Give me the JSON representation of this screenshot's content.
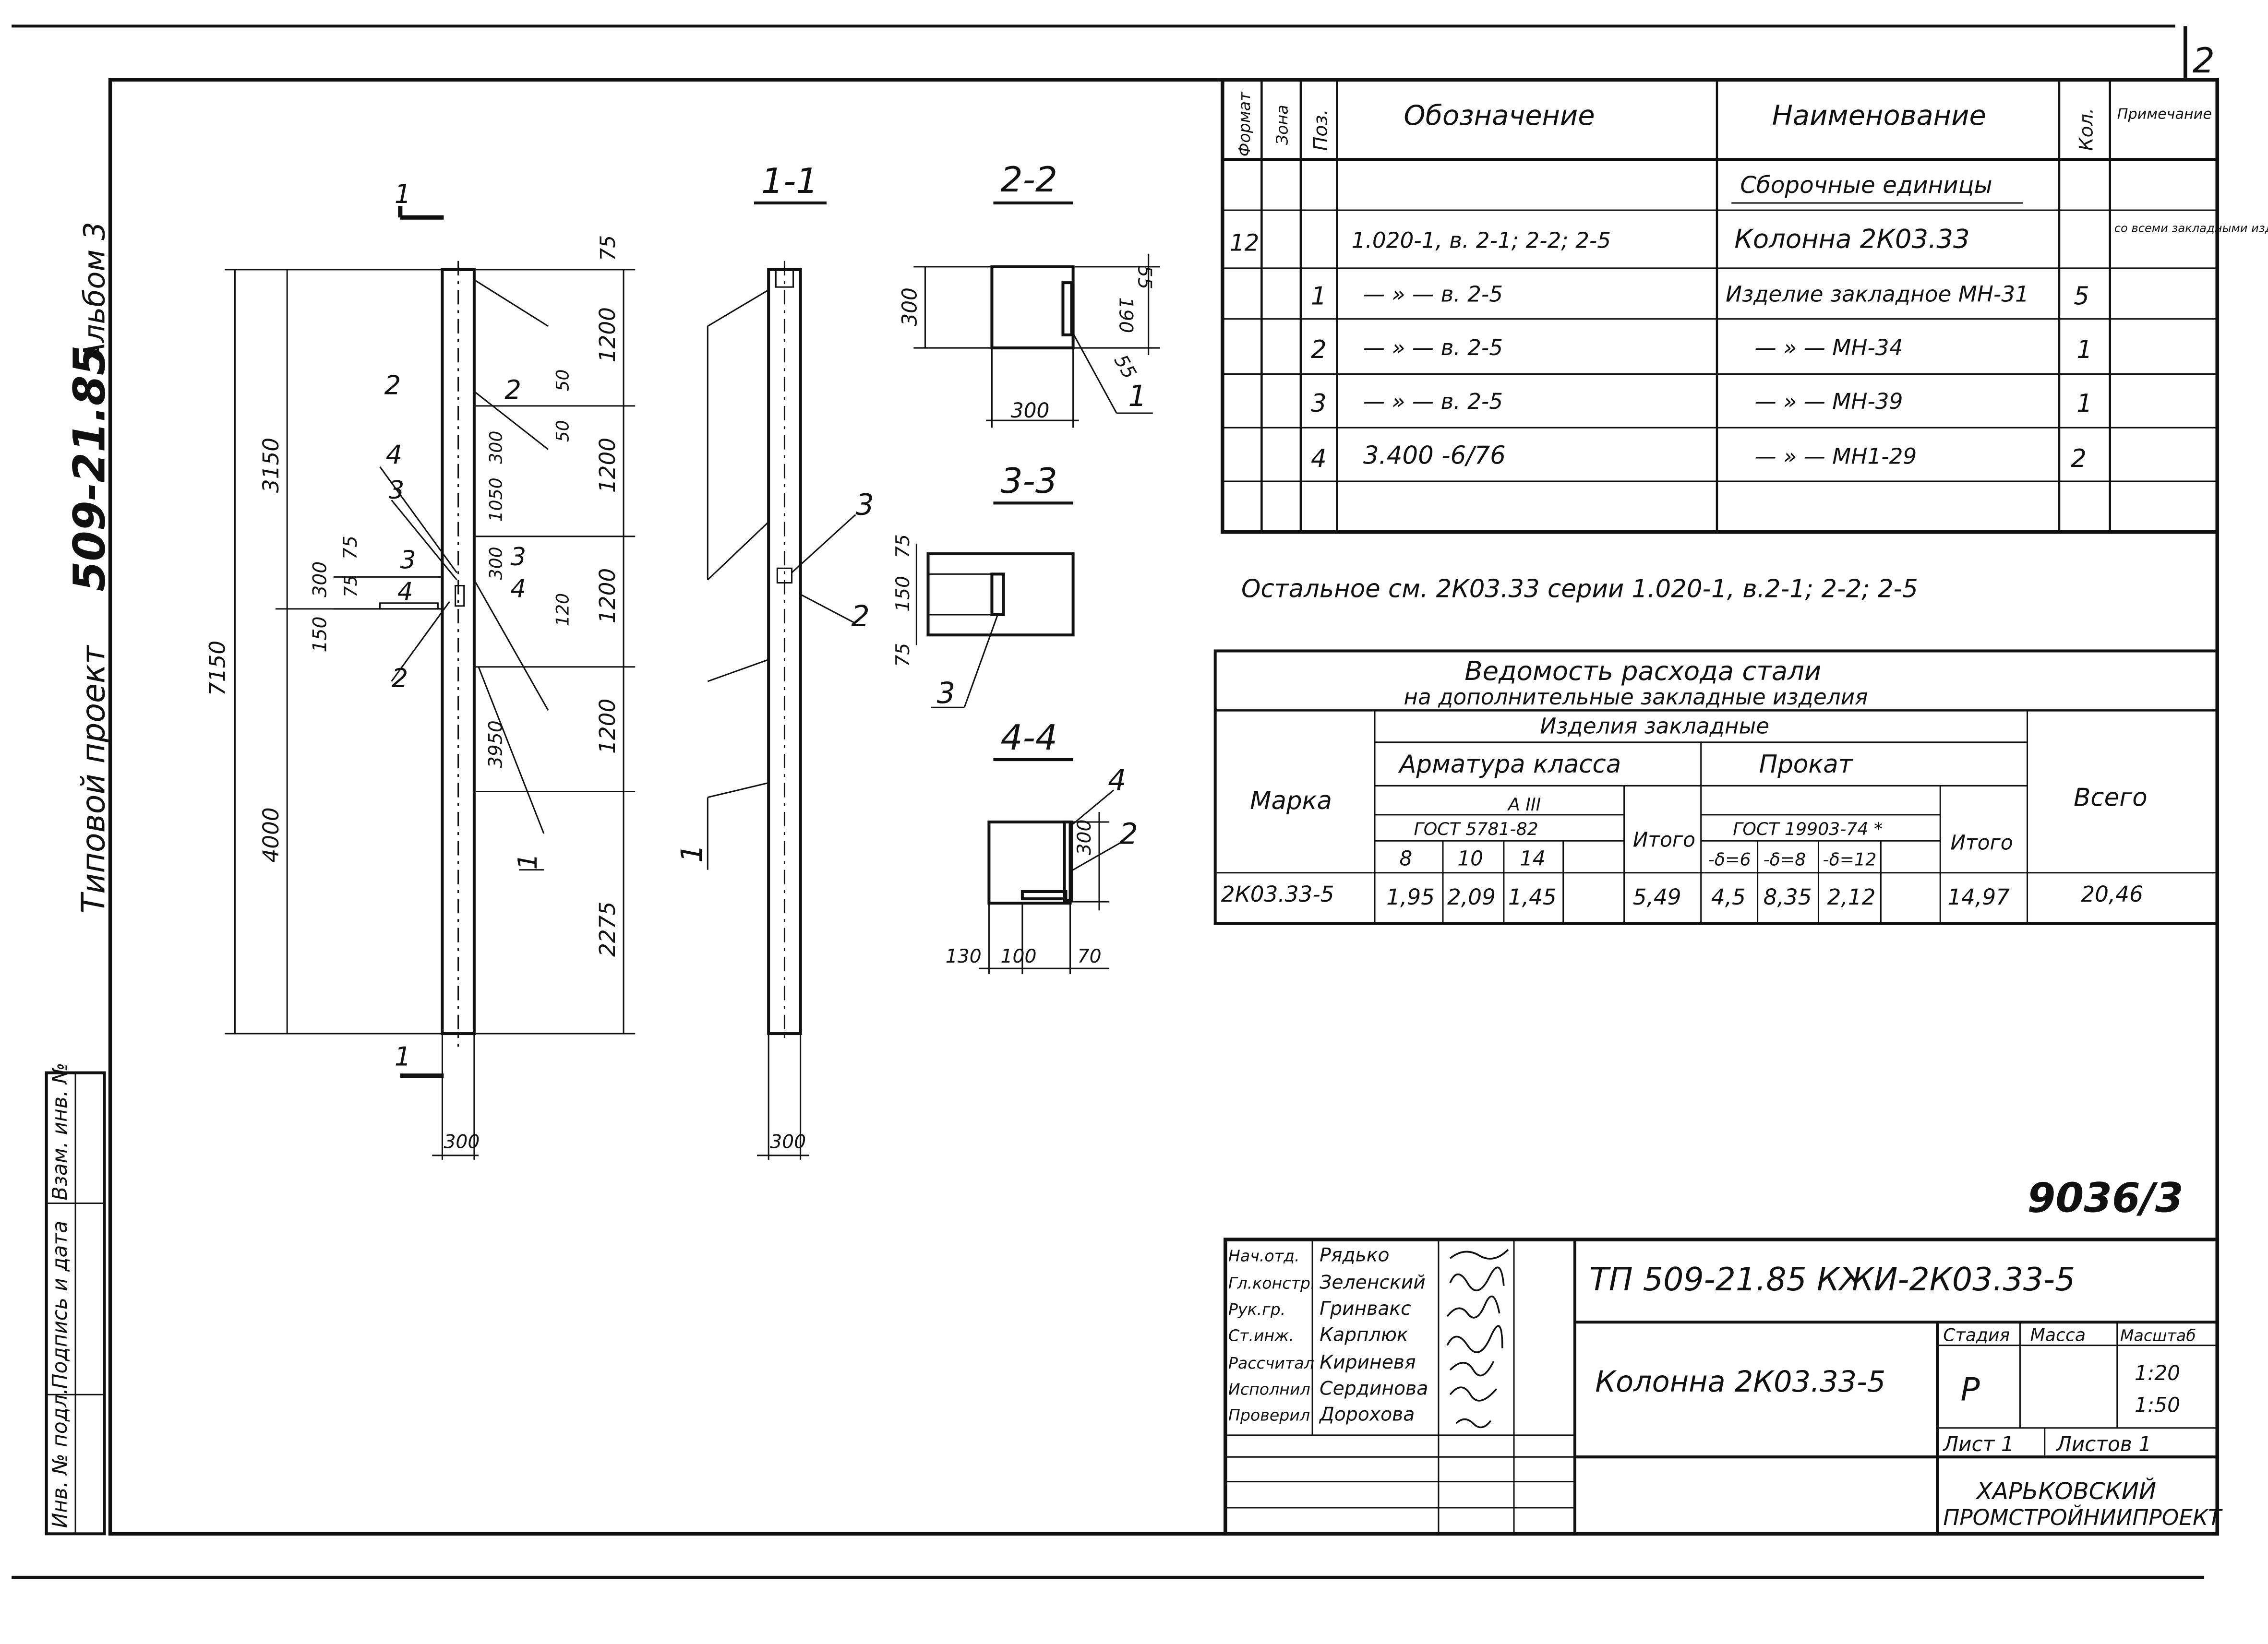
{
  "page": {
    "sheet_corner": "2"
  },
  "side_text": {
    "project": "Типовой проект",
    "code": "509-21.85",
    "album": "Альбом 3"
  },
  "side_stamp": [
    "Взам. инв. №",
    "Подпись и дата",
    "Инв. № подл."
  ],
  "views": {
    "elevation": {
      "cut_mark": "1",
      "section_marks": [
        "2",
        "3",
        "4"
      ],
      "pos_labels": [
        "4",
        "3",
        "2",
        "1"
      ],
      "dims": [
        "7150",
        "3150",
        "4000",
        "300",
        "75",
        "75",
        "150",
        "75",
        "1200",
        "50",
        "50",
        "1200",
        "300",
        "1050",
        "300",
        "120",
        "1200",
        "3950",
        "1200",
        "2275",
        "300"
      ]
    },
    "section_1_1": {
      "title": "1-1",
      "pos_labels": [
        "3",
        "2",
        "1"
      ],
      "dims": [
        "300"
      ]
    },
    "section_2_2": {
      "title": "2-2",
      "dims": [
        "300",
        "300",
        "55",
        "190",
        "55"
      ],
      "pos": "1"
    },
    "section_3_3": {
      "title": "3-3",
      "dims": [
        "75",
        "150",
        "75"
      ],
      "pos": "3"
    },
    "section_4_4": {
      "title": "4-4",
      "dims": [
        "300",
        "130",
        "100",
        "70"
      ],
      "pos": [
        "4",
        "2"
      ]
    }
  },
  "spec_table": {
    "headers": [
      "Формат",
      "Зона",
      "Поз.",
      "Обозначение",
      "Наименование",
      "Кол.",
      "Примечание"
    ],
    "section_title": "Сборочные единицы",
    "rows": [
      {
        "format": "12",
        "pos": "",
        "designation": "1.020-1, в. 2-1; 2-2; 2-5",
        "name": "Колонна 2К03.33",
        "qty": "",
        "note": "со всеми закладными издел."
      },
      {
        "format": "",
        "pos": "1",
        "designation": "— » — в. 2-5",
        "name": "Изделие закладное МН-31",
        "qty": "5",
        "note": ""
      },
      {
        "format": "",
        "pos": "2",
        "designation": "— » — в. 2-5",
        "name": "— » — МН-34",
        "qty": "1",
        "note": ""
      },
      {
        "format": "",
        "pos": "3",
        "designation": "— » — в. 2-5",
        "name": "— » — МН-39",
        "qty": "1",
        "note": ""
      },
      {
        "format": "",
        "pos": "4",
        "designation": "3.400 -6/76",
        "name": "— » — МН1-29",
        "qty": "2",
        "note": ""
      }
    ]
  },
  "note": "Остальное см. 2К03.33 серии 1.020-1, в.2-1; 2-2; 2-5",
  "steel_table": {
    "title1": "Ведомость расхода стали",
    "title2": "на дополнительные закладные изделия",
    "h_items": "Изделия закладные",
    "h_mark": "Марка",
    "h_rebar": "Арматура класса",
    "h_rolled": "Прокат",
    "h_total": "Всего",
    "h_class": "А III",
    "h_gost1": "ГОСТ 5781-82",
    "h_gost2": "ГОСТ 19903-74 *",
    "h_sum": "Итого",
    "rebar_sizes": [
      "8",
      "10",
      "14"
    ],
    "rolled_sizes": [
      "-δ=6",
      "-δ=8",
      "-δ=12"
    ],
    "row": {
      "mark": "2К03.33-5",
      "r8": "1,95",
      "r10": "2,09",
      "r14": "1,45",
      "r_sum": "5,49",
      "p6": "4,5",
      "p8": "8,35",
      "p12": "2,12",
      "p_sum": "14,97",
      "total": "20,46"
    }
  },
  "drawing_no": "9036/3",
  "title_block": {
    "doc_code": "ТП 509-21.85 КЖИ-2К03.33-5",
    "name": "Колонна 2К03.33-5",
    "stage_h": "Стадия",
    "mass_h": "Масса",
    "scale_h": "Масштаб",
    "stage": "Р",
    "scale1": "1:20",
    "scale2": "1:50",
    "sheet": "Лист 1",
    "sheets": "Листов 1",
    "org1": "ХАРЬКОВСКИЙ",
    "org2": "ПРОМСТРОЙНИИПРОЕКТ",
    "roles": [
      "Нач.отд.",
      "Гл.констр.",
      "Рук.гр.",
      "Ст.инж.",
      "Рассчитал",
      "Исполнил",
      "Проверил"
    ],
    "names": [
      "Рядько",
      "Зеленский",
      "Гринвакс",
      "Карплюк",
      "Кириневя",
      "Сердинова",
      "Дорохова"
    ]
  }
}
